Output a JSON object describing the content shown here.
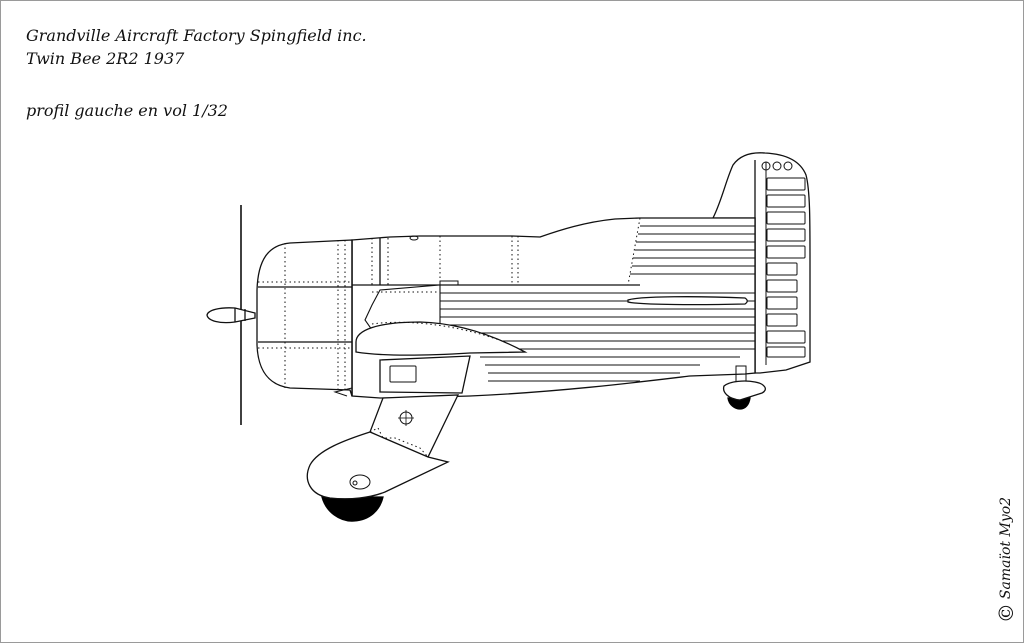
{
  "header": {
    "line1": "Grandville Aircraft Factory Spingfield inc.",
    "line2": "Twin Bee 2R2 1937",
    "view": "profil gauche  en vol 1/32"
  },
  "credit": {
    "symbol": "©",
    "text": "Samaïot Myo2"
  },
  "drawing": {
    "subject": "Twin Bee 2R2 aircraft left-side profile",
    "stroke_color": "#111111",
    "fill_color": "#ffffff",
    "tire_color": "#000000"
  }
}
